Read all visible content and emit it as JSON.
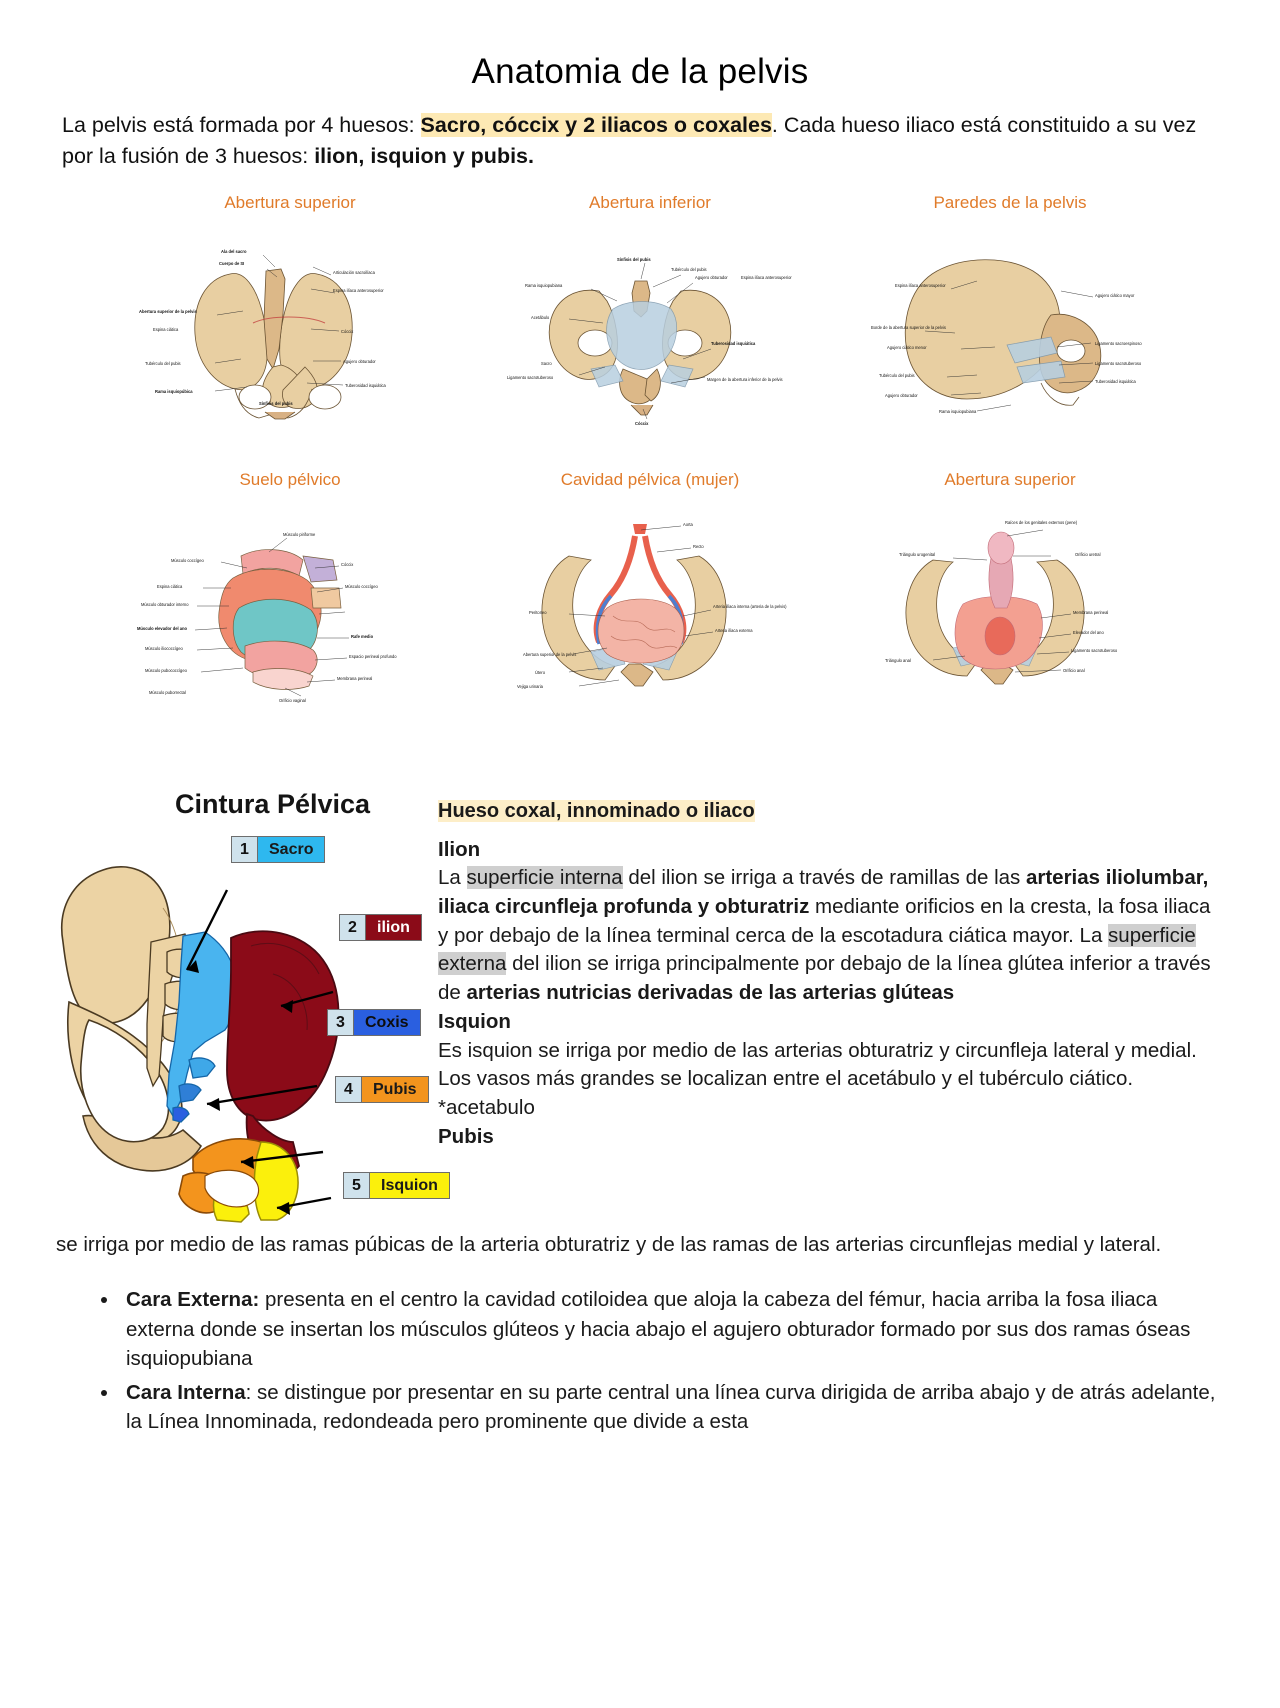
{
  "document": {
    "title": "Anatomia de la pelvis",
    "intro": {
      "part1": "La pelvis está formada por 4 huesos: ",
      "highlight": "Sacro, cóccix y 2 iliacos o coxales",
      "part2": ". Cada hueso iliaco está constituido a su vez por la fusión de 3 huesos: ",
      "bold_tail": "ilion, isquion y pubis."
    }
  },
  "figures": [
    {
      "caption": "Abertura superior",
      "labels": [
        "Ala del sacro",
        "Cuerpo de SI",
        "Articulación sacroilíaca",
        "Abertura superior de la pelvis",
        "Espina ilíaca anterosuperior",
        "Espina ciática",
        "Cóccix",
        "Tubérculo del pubis",
        "Agujero obturador",
        "Rama isquiopúbica",
        "Sínfisis del pubis",
        "Tuberosidad isquiática"
      ]
    },
    {
      "caption": "Abertura inferior",
      "labels": [
        "Sínfisis del pubis",
        "Tubérculo del pubis",
        "Rama isquiopubiana",
        "Agujero obturador",
        "Espina ilíaca anterosuperior",
        "Acetábulo",
        "Sacro",
        "Tuberosidad isquiática",
        "Ligamento sacrotuberoso",
        "Cóccix",
        "Margen de la abertura inferior de la pelvis"
      ]
    },
    {
      "caption": "Paredes de la pelvis",
      "labels": [
        "Espina ilíaca anterosuperior",
        "Agujero ciático mayor",
        "Borde de la abertura superior de la pelvis",
        "Agujero ciático menor",
        "Ligamento sacroespinoso",
        "Tubérculo del pubis",
        "Ligamento sacrotuberoso",
        "Agujero obturador",
        "Rama isquiopubiana",
        "Tuberosidad isquiática"
      ]
    },
    {
      "caption": "Suelo pélvico",
      "labels": [
        "Músculo piriforme",
        "Músculo coccígeo",
        "Cóccix",
        "Espina ciática",
        "Músculo coccígeo",
        "Músculo obturador interno",
        "Músculo elevador del ano",
        "Músculo iliococcígeo",
        "Rafe medio",
        "Músculo pubococcígeo",
        "Espacio perineal profundo",
        "Músculo puborrectal",
        "Membrana perineal",
        "Orificio vaginal"
      ]
    },
    {
      "caption": "Cavidad pélvica (mujer)",
      "labels": [
        "Aorta",
        "Recto",
        "Arteria ilíaca interna (arteria de la pelvis)",
        "Arteria ilíaca externa",
        "Peritoneo",
        "Abertura superior de la pelvis",
        "Útero",
        "Vejiga urinaria"
      ]
    },
    {
      "caption": "Abertura superior",
      "labels": [
        "Raíces de los genitales externos (pene)",
        "Triángulo urogenital",
        "Orificio uretral",
        "Membrana perineal",
        "Elevador del ano",
        "Ligamento sacrotuberoso",
        "Triángulo anal",
        "Orificio anal"
      ]
    }
  ],
  "cintura": {
    "title": "Cintura Pélvica",
    "legend": [
      {
        "num": "1",
        "label": "Sacro",
        "color": "#2eb8ef"
      },
      {
        "num": "2",
        "label": "ilion",
        "color": "#8b0b18"
      },
      {
        "num": "3",
        "label": "Coxis",
        "color": "#2a5fe0"
      },
      {
        "num": "4",
        "label": "Pubis",
        "color": "#f3941d"
      },
      {
        "num": "5",
        "label": "Isquion",
        "color": "#fbf00c"
      }
    ]
  },
  "coxal": {
    "section_title": "Hueso coxal, innominado o iliaco",
    "ilion": {
      "heading": "Ilion",
      "t1": "La ",
      "hl1": "superficie interna",
      "t2": " del ilion se irriga a través de ramillas de las ",
      "b1": "arterias iliolumbar, iliaca circunfleja profunda y obturatriz",
      "t3": " mediante orificios en la cresta, la fosa iliaca y por debajo de la línea terminal cerca de la escotadura ciática mayor. La ",
      "hl2": "superficie externa",
      "t4": " del ilion se irriga principalmente por debajo de la línea glútea inferior a través de ",
      "b2": "arterias nutricias derivadas de las arterias glúteas"
    },
    "isquion": {
      "heading": "Isquion",
      "text": "Es isquion se irriga por medio de las arterias obturatriz y circunfleja lateral y medial. Los vasos más grandes se localizan entre el acetábulo y el tubérculo ciático. *acetabulo"
    },
    "pubis": {
      "heading": "Pubis",
      "text": "se irriga por medio de las ramas púbicas de la arteria obturatriz y de las ramas de las arterias circunflejas medial y lateral."
    }
  },
  "bullets": [
    {
      "term": "Cara Externa:",
      "text": " presenta en el centro la cavidad cotiloidea que aloja la cabeza del fémur, hacia arriba la fosa iliaca externa donde se insertan los músculos glúteos y hacia abajo el agujero obturador formado por sus dos ramas óseas isquiopubiana"
    },
    {
      "term": "Cara Interna",
      "text": ": se distingue por presentar en su parte central una línea curva dirigida de arriba abajo y de atrás adelante, la Línea Innominada, redondeada pero prominente que divide a esta"
    }
  ],
  "colors": {
    "caption_orange": "#e07b2a",
    "highlight_yellow": "#fde9b4",
    "highlight_gray": "#cfcfcf",
    "bone": "#e8cfa2"
  }
}
